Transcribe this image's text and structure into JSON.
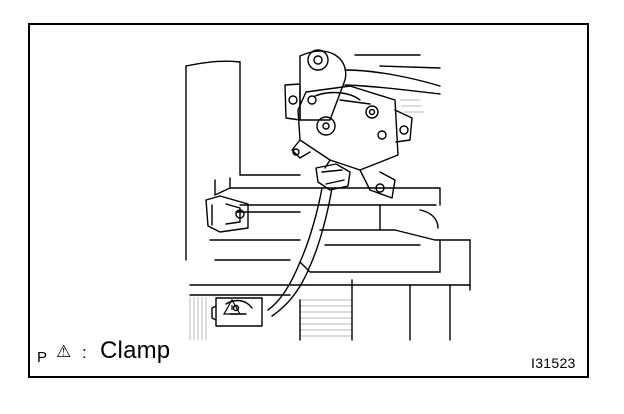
{
  "figure": {
    "figure_id": "I31523",
    "legend": {
      "prefix": "P",
      "symbol": "⚠",
      "colon": ":",
      "text": "Clamp"
    }
  }
}
